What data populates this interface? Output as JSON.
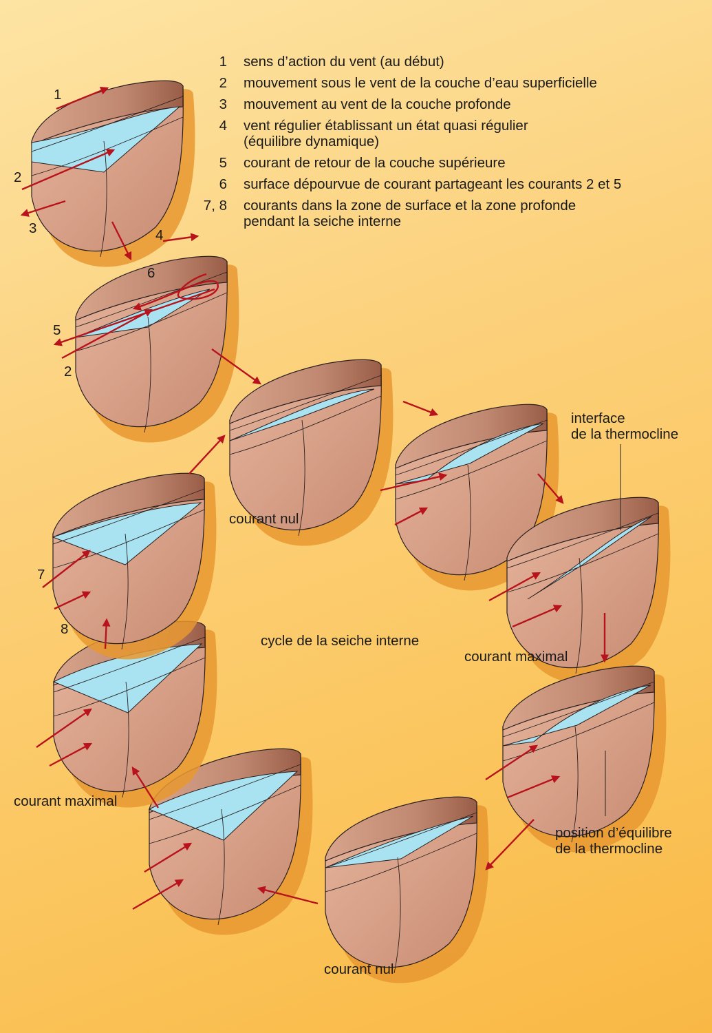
{
  "legend": [
    {
      "num": "1",
      "text": "sens d’action du vent (au début)"
    },
    {
      "num": "2",
      "text": "mouvement sous le vent de la couche d’eau superficielle"
    },
    {
      "num": "3",
      "text": "mouvement au vent de la couche profonde"
    },
    {
      "num": "4",
      "text": "vent régulier établissant un état quasi régulier\n(équilibre dynamique)"
    },
    {
      "num": "5",
      "text": "courant de retour de la couche supérieure"
    },
    {
      "num": "6",
      "text": "surface dépourvue de courant partageant les courants 2 et 5"
    },
    {
      "num": "7, 8",
      "text": "courants dans la zone de surface et la zone profonde\npendant la seiche interne"
    }
  ],
  "labels": {
    "courant_nul_1": "courant nul",
    "courant_nul_2": "courant nul",
    "courant_maximal_1": "courant maximal",
    "courant_maximal_2": "courant maximal",
    "cycle": "cycle de la seiche interne",
    "interface": "interface\nde la thermocline",
    "equilibre": "position d’équilibre\nde la thermocline"
  },
  "numbers": {
    "n1": "1",
    "n2a": "2",
    "n3": "3",
    "n4": "4",
    "n6": "6",
    "n5": "5",
    "n2b": "2",
    "n7": "7",
    "n8": "8"
  },
  "colors": {
    "basin": "#d89f86",
    "basin_dark": "#a9705a",
    "water": "#a9e3f2",
    "arrow": "#b8131c",
    "shadow": "#e89830",
    "line": "#2a2020"
  }
}
